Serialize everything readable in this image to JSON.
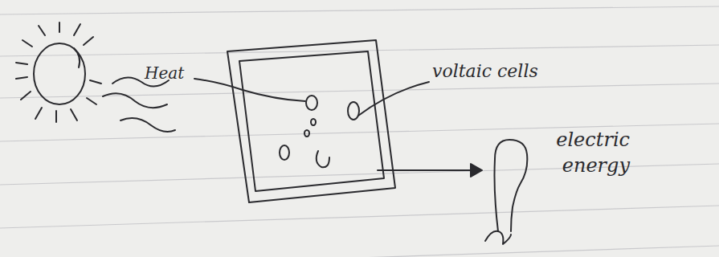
{
  "diagram": {
    "labels": [
      "Heat",
      "voltaic cells",
      "electric energy"
    ]
  }
}
